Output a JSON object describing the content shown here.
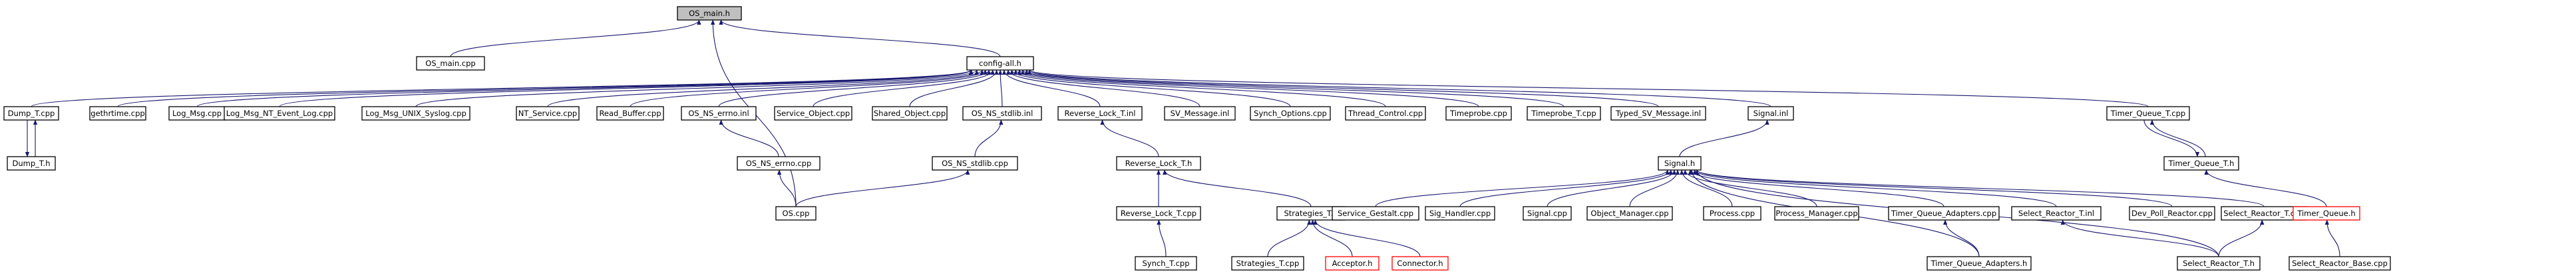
{
  "graph": {
    "colors": {
      "edge": "#191970",
      "root_fill": "#bfbfbf",
      "node_border": "#000000",
      "truncated_border": "#ff0000"
    },
    "nodes": [
      {
        "id": "os_main_h",
        "label": "OS_main.h",
        "style": "root"
      },
      {
        "id": "os_main_cpp",
        "label": "OS_main.cpp"
      },
      {
        "id": "config_all_h",
        "label": "config-all.h"
      },
      {
        "id": "dump_t_cpp",
        "label": "Dump_T.cpp"
      },
      {
        "id": "dump_t_h",
        "label": "Dump_T.h"
      },
      {
        "id": "gethrtime_cpp",
        "label": "gethrtime.cpp"
      },
      {
        "id": "log_msg_cpp",
        "label": "Log_Msg.cpp"
      },
      {
        "id": "log_msg_nt_cpp",
        "label": "Log_Msg_NT_Event_Log.cpp"
      },
      {
        "id": "log_msg_unix_cpp",
        "label": "Log_Msg_UNIX_Syslog.cpp"
      },
      {
        "id": "nt_service_cpp",
        "label": "NT_Service.cpp"
      },
      {
        "id": "read_buffer_cpp",
        "label": "Read_Buffer.cpp"
      },
      {
        "id": "os_ns_errno_inl",
        "label": "OS_NS_errno.inl"
      },
      {
        "id": "service_object_cpp",
        "label": "Service_Object.cpp"
      },
      {
        "id": "shared_object_cpp",
        "label": "Shared_Object.cpp"
      },
      {
        "id": "os_ns_stdlib_inl",
        "label": "OS_NS_stdlib.inl"
      },
      {
        "id": "reverse_lock_t_inl",
        "label": "Reverse_Lock_T.inl"
      },
      {
        "id": "sv_message_inl",
        "label": "SV_Message.inl"
      },
      {
        "id": "synch_options_cpp",
        "label": "Synch_Options.cpp"
      },
      {
        "id": "thread_control_cpp",
        "label": "Thread_Control.cpp"
      },
      {
        "id": "timeprobe_cpp",
        "label": "Timeprobe.cpp"
      },
      {
        "id": "timeprobe_t_cpp",
        "label": "Timeprobe_T.cpp"
      },
      {
        "id": "typed_sv_message_inl",
        "label": "Typed_SV_Message.inl"
      },
      {
        "id": "signal_inl",
        "label": "Signal.inl"
      },
      {
        "id": "timer_queue_t_cpp",
        "label": "Timer_Queue_T.cpp"
      },
      {
        "id": "os_ns_errno_cpp",
        "label": "OS_NS_errno.cpp"
      },
      {
        "id": "os_ns_stdlib_cpp",
        "label": "OS_NS_stdlib.cpp"
      },
      {
        "id": "reverse_lock_t_h",
        "label": "Reverse_Lock_T.h"
      },
      {
        "id": "signal_h",
        "label": "Signal.h"
      },
      {
        "id": "timer_queue_t_h",
        "label": "Timer_Queue_T.h"
      },
      {
        "id": "os_cpp",
        "label": "OS.cpp"
      },
      {
        "id": "reverse_lock_t_cpp",
        "label": "Reverse_Lock_T.cpp"
      },
      {
        "id": "strategies_t_h",
        "label": "Strategies_T.h"
      },
      {
        "id": "connector_h",
        "label": "Connector.h",
        "style": "truncated"
      },
      {
        "id": "service_gestalt_cpp",
        "label": "Service_Gestalt.cpp"
      },
      {
        "id": "sig_handler_cpp",
        "label": "Sig_Handler.cpp"
      },
      {
        "id": "signal_cpp",
        "label": "Signal.cpp"
      },
      {
        "id": "object_manager_cpp",
        "label": "Object_Manager.cpp"
      },
      {
        "id": "process_cpp",
        "label": "Process.cpp"
      },
      {
        "id": "process_manager_cpp",
        "label": "Process_Manager.cpp"
      },
      {
        "id": "timer_queue_adapters_cpp",
        "label": "Timer_Queue_Adapters.cpp"
      },
      {
        "id": "select_reactor_t_inl",
        "label": "Select_Reactor_T.inl"
      },
      {
        "id": "dev_poll_reactor_cpp",
        "label": "Dev_Poll_Reactor.cpp"
      },
      {
        "id": "select_reactor_t_cpp",
        "label": "Select_Reactor_T.cpp"
      },
      {
        "id": "timer_queue_h",
        "label": "Timer_Queue.h",
        "style": "truncated"
      },
      {
        "id": "synch_t_cpp",
        "label": "Synch_T.cpp"
      },
      {
        "id": "strategies_t_cpp",
        "label": "Strategies_T.cpp"
      },
      {
        "id": "acceptor_h",
        "label": "Acceptor.h",
        "style": "truncated"
      },
      {
        "id": "timer_queue_adapters_h",
        "label": "Timer_Queue_Adapters.h"
      },
      {
        "id": "select_reactor_t_h",
        "label": "Select_Reactor_T.h"
      },
      {
        "id": "select_reactor_base_cpp",
        "label": "Select_Reactor_Base.cpp"
      }
    ],
    "edges": [
      [
        "os_main_cpp",
        "os_main_h"
      ],
      [
        "config_all_h",
        "os_main_h"
      ],
      [
        "os_cpp",
        "os_main_h"
      ],
      [
        "dump_t_cpp",
        "config_all_h"
      ],
      [
        "gethrtime_cpp",
        "config_all_h"
      ],
      [
        "log_msg_cpp",
        "config_all_h"
      ],
      [
        "log_msg_nt_cpp",
        "config_all_h"
      ],
      [
        "log_msg_unix_cpp",
        "config_all_h"
      ],
      [
        "nt_service_cpp",
        "config_all_h"
      ],
      [
        "read_buffer_cpp",
        "config_all_h"
      ],
      [
        "os_ns_errno_inl",
        "config_all_h"
      ],
      [
        "service_object_cpp",
        "config_all_h"
      ],
      [
        "shared_object_cpp",
        "config_all_h"
      ],
      [
        "os_ns_stdlib_inl",
        "config_all_h"
      ],
      [
        "reverse_lock_t_inl",
        "config_all_h"
      ],
      [
        "sv_message_inl",
        "config_all_h"
      ],
      [
        "synch_options_cpp",
        "config_all_h"
      ],
      [
        "thread_control_cpp",
        "config_all_h"
      ],
      [
        "timeprobe_cpp",
        "config_all_h"
      ],
      [
        "timeprobe_t_cpp",
        "config_all_h"
      ],
      [
        "typed_sv_message_inl",
        "config_all_h"
      ],
      [
        "signal_inl",
        "config_all_h"
      ],
      [
        "timer_queue_t_cpp",
        "config_all_h"
      ],
      [
        "dump_t_h",
        "dump_t_cpp"
      ],
      [
        "dump_t_cpp",
        "dump_t_h"
      ],
      [
        "os_ns_errno_cpp",
        "os_ns_errno_inl"
      ],
      [
        "os_cpp",
        "os_ns_errno_cpp"
      ],
      [
        "os_ns_stdlib_cpp",
        "os_ns_stdlib_inl"
      ],
      [
        "os_cpp",
        "os_ns_stdlib_cpp"
      ],
      [
        "reverse_lock_t_h",
        "reverse_lock_t_inl"
      ],
      [
        "reverse_lock_t_cpp",
        "reverse_lock_t_h"
      ],
      [
        "strategies_t_h",
        "reverse_lock_t_h"
      ],
      [
        "synch_t_cpp",
        "reverse_lock_t_cpp"
      ],
      [
        "strategies_t_cpp",
        "strategies_t_h"
      ],
      [
        "acceptor_h",
        "strategies_t_h"
      ],
      [
        "connector_h",
        "strategies_t_h"
      ],
      [
        "signal_h",
        "signal_inl"
      ],
      [
        "service_gestalt_cpp",
        "signal_h"
      ],
      [
        "sig_handler_cpp",
        "signal_h"
      ],
      [
        "signal_cpp",
        "signal_h"
      ],
      [
        "object_manager_cpp",
        "signal_h"
      ],
      [
        "process_cpp",
        "signal_h"
      ],
      [
        "process_manager_cpp",
        "signal_h"
      ],
      [
        "timer_queue_adapters_cpp",
        "signal_h"
      ],
      [
        "select_reactor_t_inl",
        "signal_h"
      ],
      [
        "dev_poll_reactor_cpp",
        "signal_h"
      ],
      [
        "select_reactor_t_cpp",
        "signal_h"
      ],
      [
        "timer_queue_adapters_h",
        "signal_h"
      ],
      [
        "select_reactor_t_h",
        "signal_h"
      ],
      [
        "timer_queue_adapters_h",
        "timer_queue_adapters_cpp"
      ],
      [
        "select_reactor_t_h",
        "select_reactor_t_inl"
      ],
      [
        "select_reactor_t_h",
        "select_reactor_t_cpp"
      ],
      [
        "timer_queue_t_h",
        "timer_queue_t_cpp"
      ],
      [
        "timer_queue_t_cpp",
        "timer_queue_t_h"
      ],
      [
        "timer_queue_h",
        "timer_queue_t_h"
      ],
      [
        "select_reactor_base_cpp",
        "timer_queue_h"
      ]
    ]
  }
}
